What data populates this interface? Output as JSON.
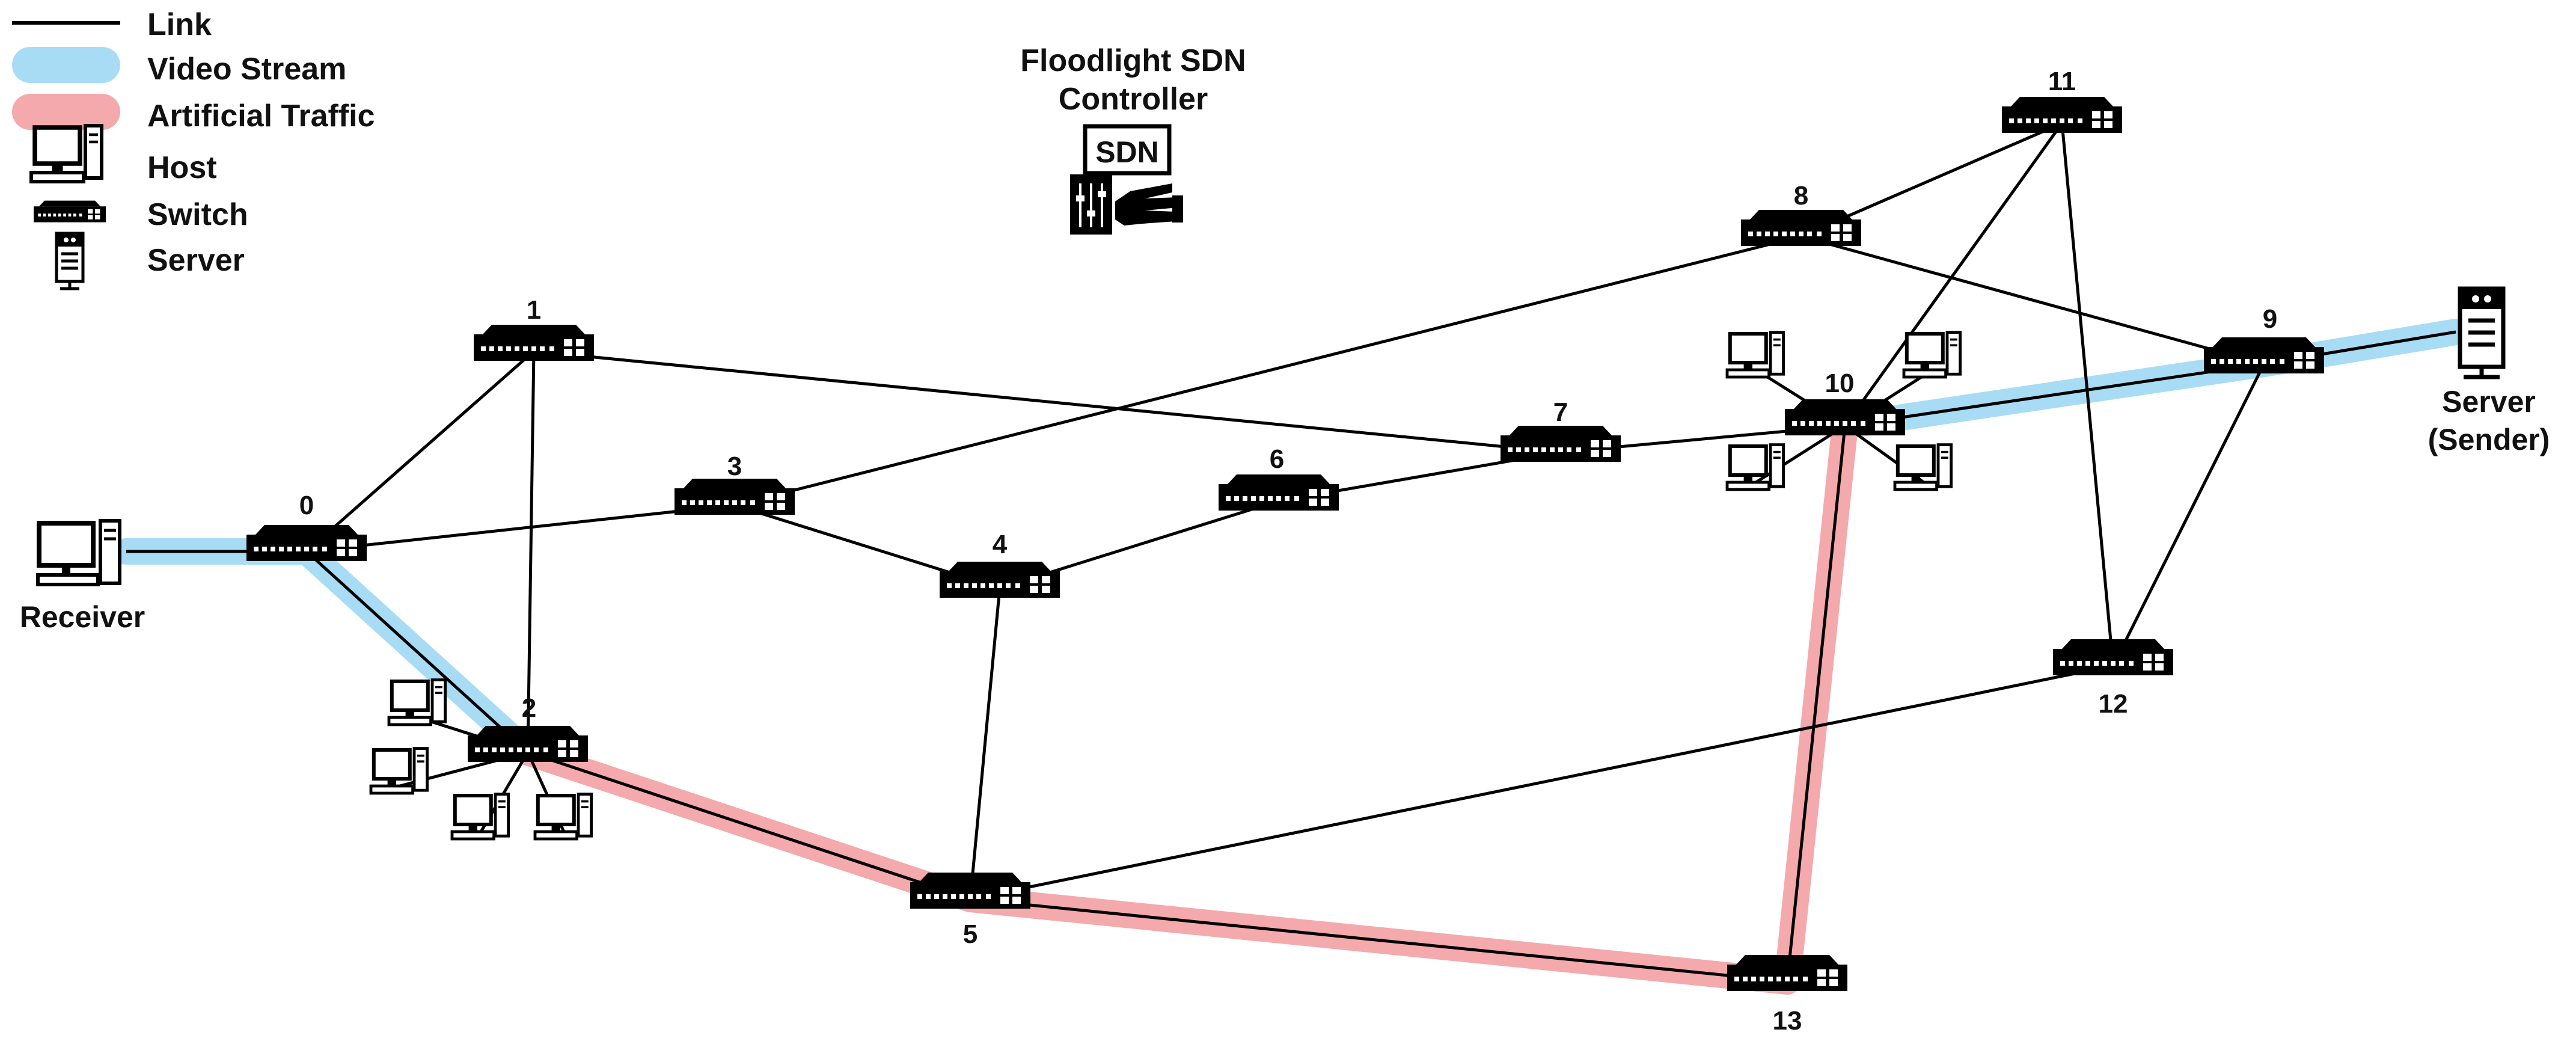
{
  "legend": {
    "link": "Link",
    "video_stream": "Video Stream",
    "artificial_traffic": "Artificial Traffic",
    "host": "Host",
    "switch": "Switch",
    "server": "Server"
  },
  "colors": {
    "link": "#000000",
    "video_stream": "#a8dcf5",
    "artificial_traffic": "#f4a9ad"
  },
  "controller": {
    "line1": "Floodlight SDN",
    "line2": "Controller",
    "badge": "SDN"
  },
  "endpoints": {
    "receiver": "Receiver",
    "server_line1": "Server",
    "server_line2": "(Sender)"
  },
  "nodes": [
    {
      "id": "0",
      "label": "0"
    },
    {
      "id": "1",
      "label": "1"
    },
    {
      "id": "2",
      "label": "2"
    },
    {
      "id": "3",
      "label": "3"
    },
    {
      "id": "4",
      "label": "4"
    },
    {
      "id": "5",
      "label": "5"
    },
    {
      "id": "6",
      "label": "6"
    },
    {
      "id": "7",
      "label": "7"
    },
    {
      "id": "8",
      "label": "8"
    },
    {
      "id": "9",
      "label": "9"
    },
    {
      "id": "10",
      "label": "10"
    },
    {
      "id": "11",
      "label": "11"
    },
    {
      "id": "12",
      "label": "12"
    },
    {
      "id": "13",
      "label": "13"
    }
  ],
  "links": [
    [
      "0",
      "1"
    ],
    [
      "0",
      "3"
    ],
    [
      "0",
      "2"
    ],
    [
      "1",
      "2"
    ],
    [
      "1",
      "7"
    ],
    [
      "3",
      "8"
    ],
    [
      "3",
      "4"
    ],
    [
      "4",
      "6"
    ],
    [
      "4",
      "5"
    ],
    [
      "6",
      "7"
    ],
    [
      "7",
      "10"
    ],
    [
      "8",
      "11"
    ],
    [
      "8",
      "9"
    ],
    [
      "10",
      "11"
    ],
    [
      "10",
      "9"
    ],
    [
      "11",
      "12"
    ],
    [
      "9",
      "12"
    ],
    [
      "2",
      "5"
    ],
    [
      "5",
      "12"
    ],
    [
      "5",
      "13"
    ],
    [
      "10",
      "13"
    ]
  ],
  "video_stream_path": [
    "receiver",
    "0",
    "2"
  ],
  "video_stream_path_server": [
    "10",
    "9",
    "server"
  ],
  "artificial_traffic_path": [
    "2",
    "5",
    "13",
    "10"
  ],
  "hosts_attached": {
    "2": 4,
    "10": 4
  }
}
